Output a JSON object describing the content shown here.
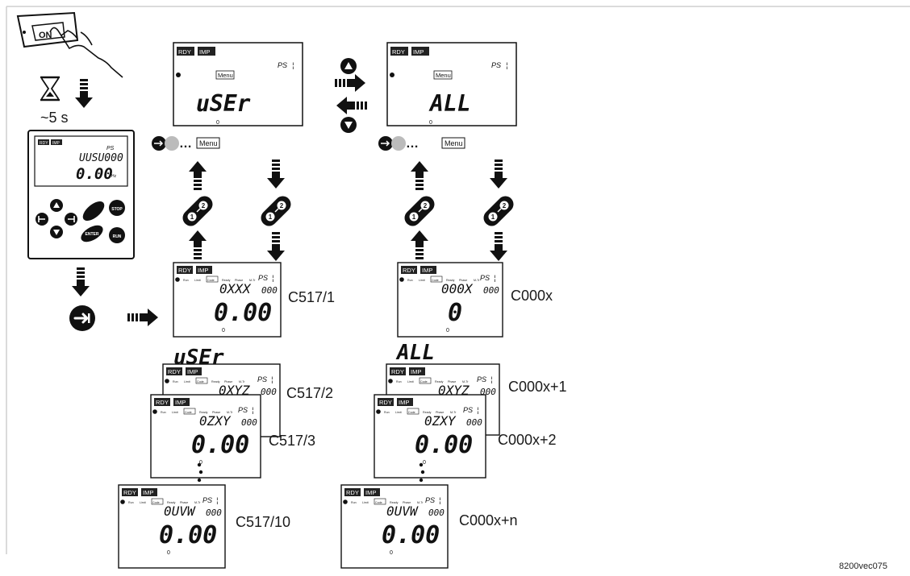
{
  "figure_id": "8200vec075",
  "power_on": {
    "button_label": "ON",
    "wait_label": "~5 s"
  },
  "badges": {
    "rdy": "RDY",
    "imp": "IMP"
  },
  "common": {
    "ps": "PS",
    "ps_sub": "¦",
    "menu": "Menu",
    "zero_mark": "0",
    "dots": "…"
  },
  "keypad": {
    "line1": "UUSU000",
    "line2": "0.00",
    "unit": "Hz",
    "stop": "STOP",
    "enter": "ENTER",
    "run": "RUN"
  },
  "menu_screens": {
    "user": "uSEr",
    "all": "ALL"
  },
  "status_row": [
    "Run",
    "Limit",
    "Code",
    "Ready",
    "Phase",
    "M-Tr"
  ],
  "user_screens": [
    {
      "top": "0XXX",
      "suffix": "000",
      "main": "0.00",
      "label": "C517/1"
    },
    {
      "top": "0XYZ",
      "suffix": "000",
      "main": "",
      "label": "C517/2"
    },
    {
      "top": "0ZXY",
      "suffix": "000",
      "main": "0.00",
      "label": "C517/3"
    },
    {
      "top": "0UVW",
      "suffix": "000",
      "main": "0.00",
      "label": "C517/10"
    }
  ],
  "all_screens": [
    {
      "top": "000X",
      "suffix": "000",
      "main": "0",
      "label": "C000x"
    },
    {
      "top": "0XYZ",
      "suffix": "000",
      "main": "",
      "label": "C000x+1"
    },
    {
      "top": "0ZXY",
      "suffix": "000",
      "main": "0.00",
      "label": "C000x+2"
    },
    {
      "top": "0UVW",
      "suffix": "000",
      "main": "0.00",
      "label": "C000x+n"
    }
  ],
  "group_labels": {
    "user": "uSEr",
    "all": "ALL"
  },
  "colors": {
    "ink": "#111111",
    "badge_bg": "#222222",
    "border": "#cfcfcf"
  }
}
